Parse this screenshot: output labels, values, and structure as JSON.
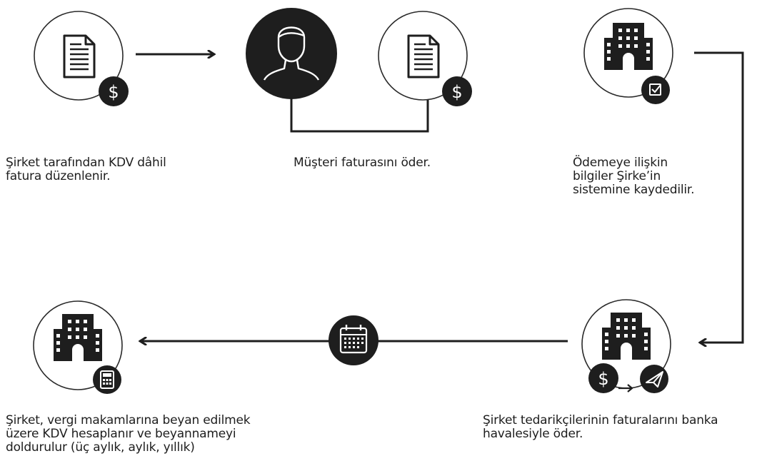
{
  "colors": {
    "ink": "#1e1e1e",
    "circle_stroke": "#2a2a2a",
    "background": "#ffffff"
  },
  "steps": [
    {
      "id": "invoice",
      "icon": "invoice-document-icon",
      "badge": "dollar-icon",
      "caption": "Şirket tarafından KDV dâhil\nfatura düzenlenir."
    },
    {
      "id": "customer-pays",
      "icon": "customer-person-icon",
      "badge": "dollar-icon",
      "caption": "Müşteri faturasını öder."
    },
    {
      "id": "record",
      "icon": "company-building-icon",
      "badge": "checkbox-icon",
      "caption": "Ödemeye ilişkin\nbilgiler Şirke’in\nsistemine kaydedilir."
    },
    {
      "id": "pay-suppliers",
      "icon": "company-building-icon",
      "badge": "dollar-send-icon",
      "caption": "Şirket tedarikçilerinin faturalarını banka\nhavalesiyle öder."
    },
    {
      "id": "declare",
      "icon": "company-building-icon",
      "badge": "calculator-icon",
      "caption": "Şirket, vergi makamlarına beyan edilmek\nüzere KDV hesaplanır ve beyannameyi\ndoldurulur (üç aylık, aylık, yıllık)"
    }
  ],
  "connector_icon": "calendar-icon"
}
